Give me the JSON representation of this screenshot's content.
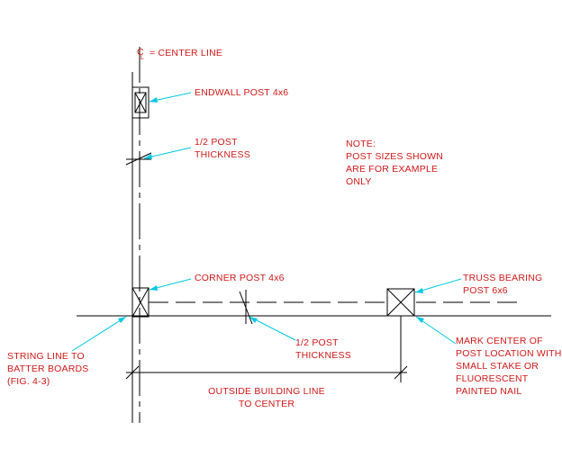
{
  "labels": {
    "center_line_symbol_top": "C",
    "center_line_symbol_bottom": "L",
    "center_line": "= CENTER LINE",
    "endwall_post": "ENDWALL POST 4x6",
    "half_post_1_l1": "1/2 POST",
    "half_post_1_l2": "THICKNESS",
    "note_l1": "NOTE:",
    "note_l2": "POST SIZES SHOWN",
    "note_l3": "ARE FOR EXAMPLE",
    "note_l4": "ONLY",
    "corner_post": "CORNER POST 4x6",
    "truss_l1": "TRUSS BEARING",
    "truss_l2": "POST 6x6",
    "half_post_2_l1": "1/2 POST",
    "half_post_2_l2": "THICKNESS",
    "string_l1": "STRING LINE TO",
    "string_l2": "BATTER BOARDS",
    "string_l3": "(FIG. 4-3)",
    "mark_l1": "MARK CENTER OF",
    "mark_l2": "POST LOCATION WITH",
    "mark_l3": "SMALL STAKE OR",
    "mark_l4": "FLUORESCENT",
    "mark_l5": "PAINTED NAIL",
    "outside_l1": "OUTSIDE BUILDING LINE",
    "outside_l2": "TO CENTER"
  },
  "colors": {
    "text": "#d01818",
    "leader": "#00c8e0",
    "ink": "#000000"
  }
}
